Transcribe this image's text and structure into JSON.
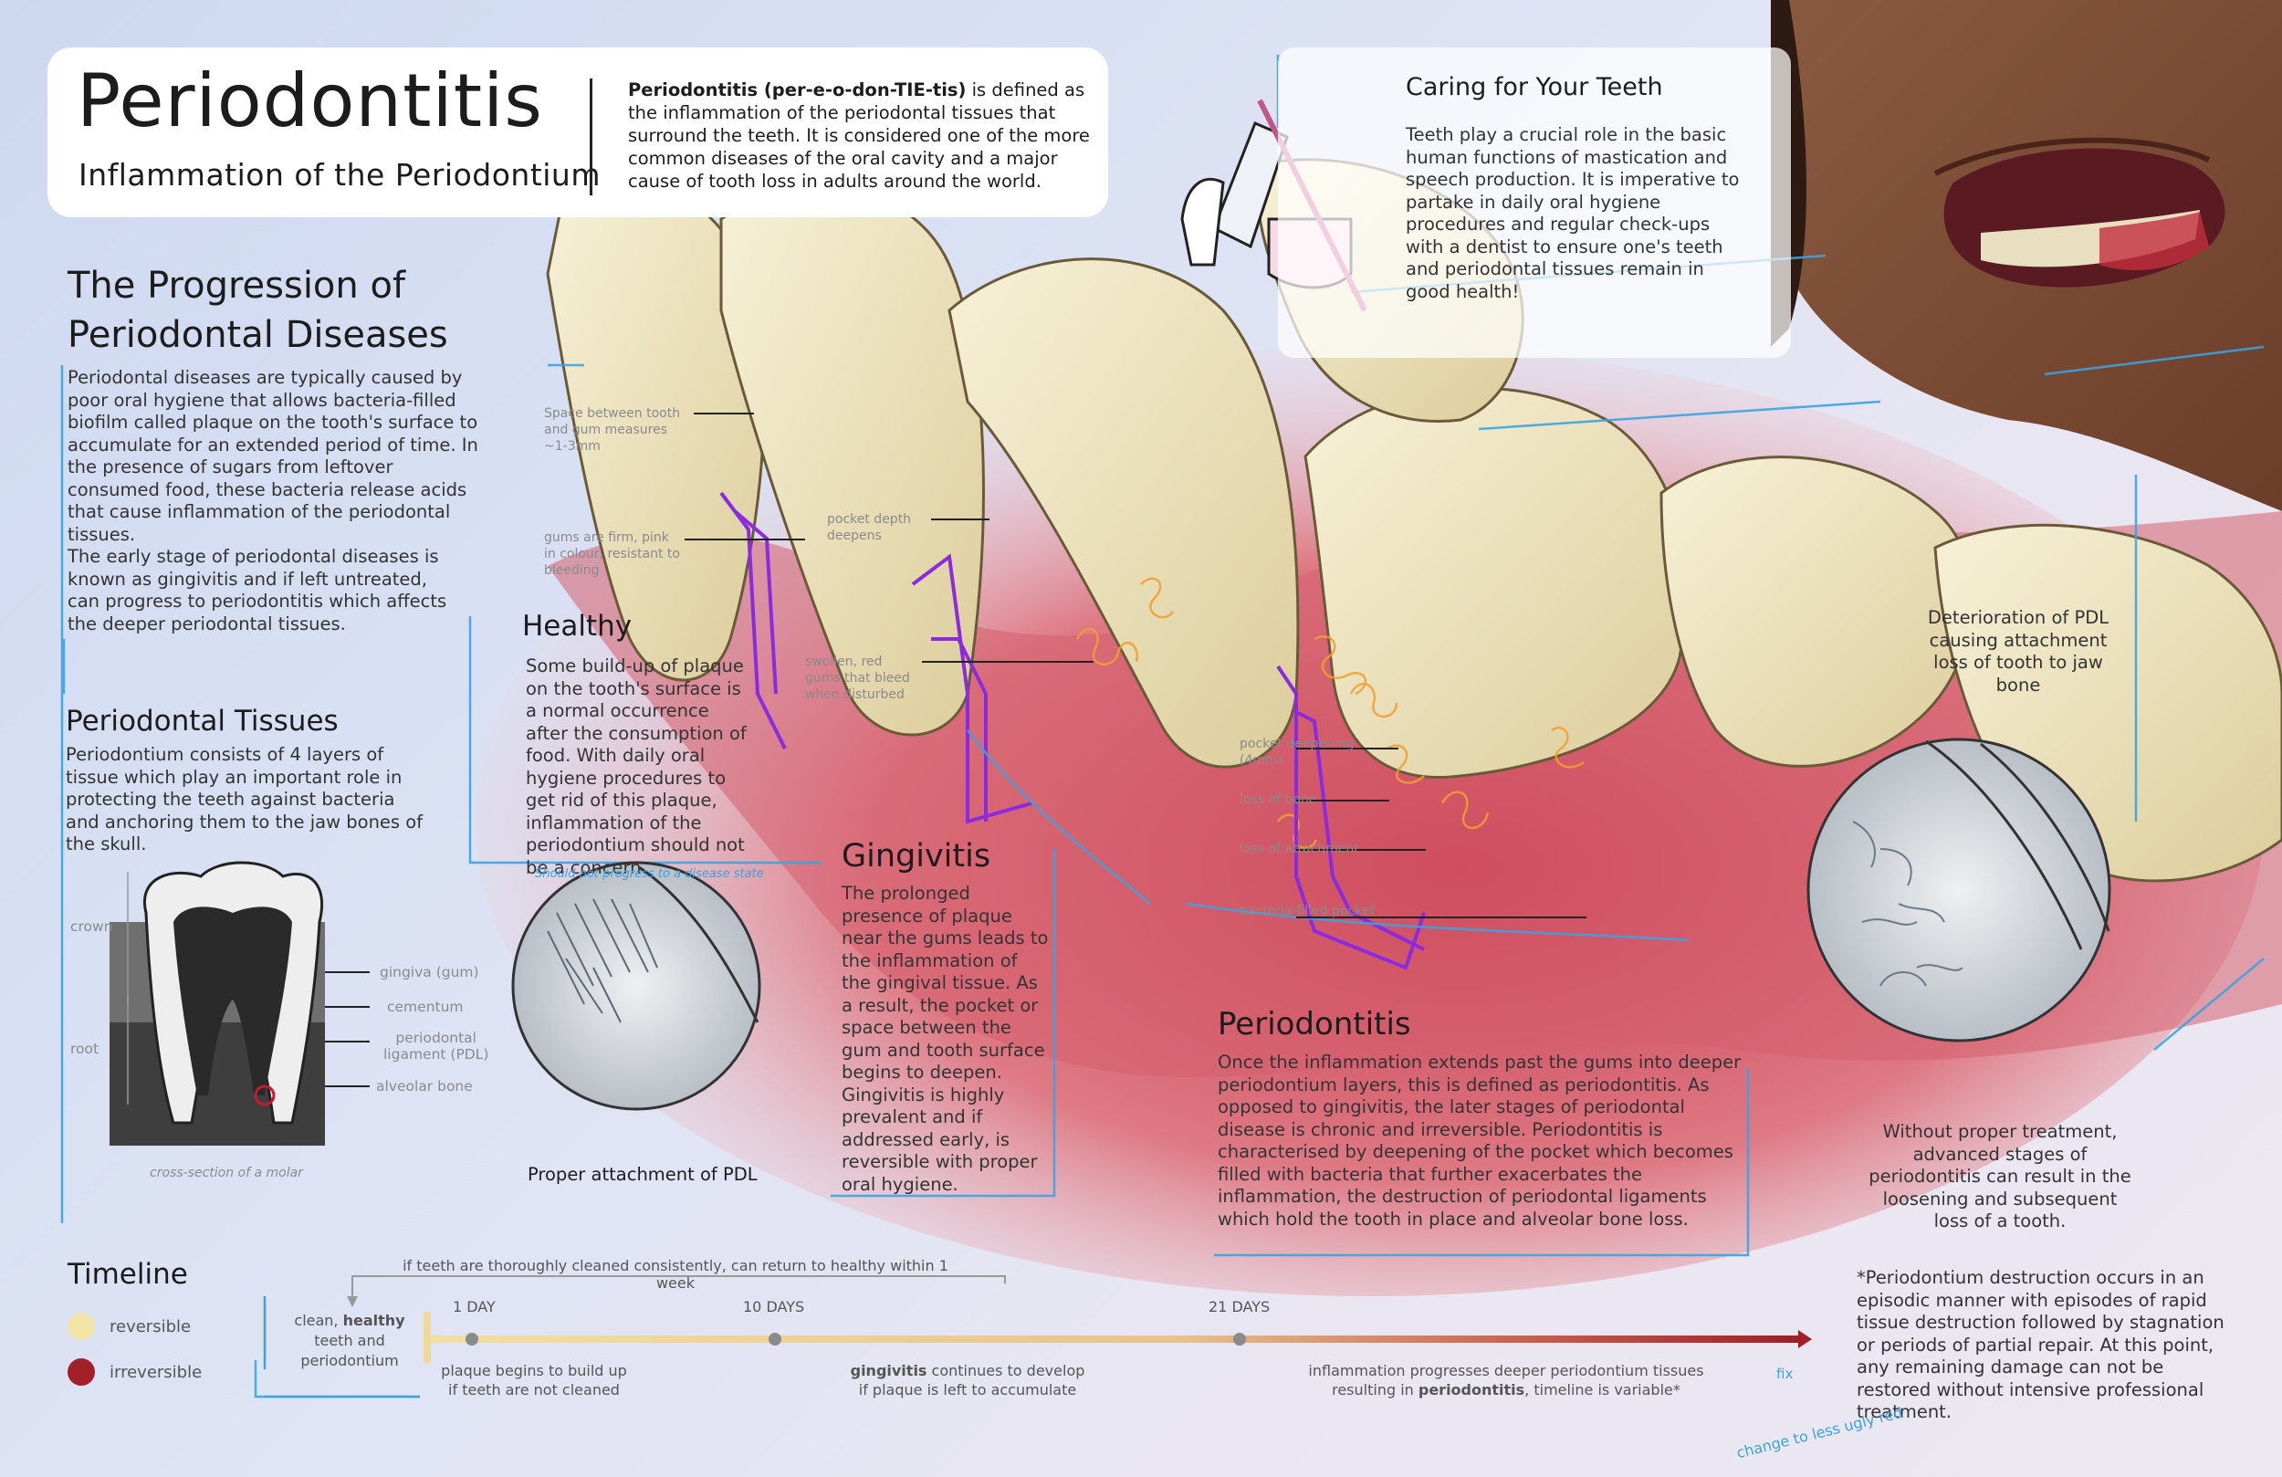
{
  "colors": {
    "accent_blue": "#3aa3e0",
    "purple_outline": "#8a2be0",
    "tooth": "#efe6c6",
    "gum": "#d9606c",
    "reversible": "#f2e3a7",
    "irreversible": "#a3202b",
    "timeline_start": "#f1e0a1",
    "timeline_end": "#a01e28"
  },
  "header": {
    "title": "Periodontitis",
    "subtitle": "Inflammation of the Periodontium",
    "def_bold": "Periodontitis (per-e-o-don-TIE-tis)",
    "def_rest": " is defined as the inflammation of the periodontal tissues that surround the teeth. It is considered one of the more common diseases of the oral cavity and a major cause of tooth loss in adults around the world."
  },
  "caring": {
    "title": "Caring for Your Teeth",
    "text": "Teeth play a crucial role in the basic human functions of mastication and speech production. It is imperative to partake in daily oral hygiene procedures and regular check-ups with a dentist to ensure one's teeth and periodontal tissues remain in good health!",
    "icon": "toothbrush-toothpaste-floss-icon"
  },
  "progression": {
    "title_line1": "The Progression of",
    "title_line2": "Periodontal Diseases",
    "p1": "Periodontal diseases are typically caused by poor oral hygiene that allows bacteria-filled biofilm called plaque on the tooth's surface to accumulate for an extended period of time. In the presence of sugars from leftover consumed food, these bacteria release acids that cause inflammation of the periodontal tissues.",
    "p2": "The early stage of periodontal diseases is known as gingivitis and if left untreated, can progress to periodontitis which affects the deeper periodontal tissues."
  },
  "tissues": {
    "title": "Periodontal Tissues",
    "text": "Periodontium consists of 4 layers of tissue which play an important role in protecting the teeth against bacteria and anchoring them to the jaw bones of the skull.",
    "labels": {
      "crown": "crown",
      "root": "root",
      "gingiva": "gingiva (gum)",
      "cementum": "cementum",
      "pdl_1": "periodontal",
      "pdl_2": "ligament (PDL)",
      "bone": "alveolar bone"
    },
    "caption": "cross-section of a molar"
  },
  "healthy": {
    "title": "Healthy",
    "text": "Some build-up of plaque on the tooth's surface is a normal occurrence after the consumption of food. With daily oral hygiene procedures to get rid of this plaque, inflammation of the periodontium should not be a concern.",
    "handnote": "Should not progress to a disease state",
    "circle_caption": "Proper attachment of PDL",
    "callouts": {
      "c1": "Space between tooth and gum measures ~1-3mm",
      "c2": "gums are firm, pink in colour, resistant to bleeding"
    }
  },
  "gingivitis": {
    "title": "Gingivitis",
    "text": "The prolonged presence of plaque near the gums leads to the inflammation of the gingival tissue. As a result, the pocket or space between the gum and tooth surface begins to deepen. Gingivitis is highly prevalent and if addressed early, is reversible with proper oral hygiene.",
    "callouts": {
      "c1": "pocket depth deepens",
      "c2": "swollen, red gums that bleed when disturbed"
    }
  },
  "periodontitis": {
    "title": "Periodontitis",
    "text": "Once the inflammation extends past the gums into deeper periodontium layers, this is defined as periodontitis. As opposed to gingivitis, the later stages of periodontal disease is chronic and irreversible. Periodontitis is characterised by deepening of the pocket which becomes filled with bacteria that further exacerbates the inflammation, the destruction of periodontal ligaments which hold the tooth in place and alveolar bone loss.",
    "callouts": {
      "c1": "pocket deepening (4mm)",
      "c2": "loss of bone",
      "c3": "loss of attachment",
      "c4": "bacteria-filled pocket"
    }
  },
  "deterioration": {
    "caption": "Deterioration of PDL causing attachment loss of tooth to jaw bone",
    "text": "Without proper treatment, advanced stages of periodontitis can result in the loosening and subsequent loss of a tooth."
  },
  "footnote": "*Periodontium destruction occurs in an episodic manner with episodes of rapid tissue destruction followed by stagnation or periods of partial repair. At this point, any remaining damage can not be restored without intensive professional treatment.",
  "timeline": {
    "title": "Timeline",
    "legend": [
      {
        "label": "reversible",
        "color": "#f2e3a7"
      },
      {
        "label": "irreversible",
        "color": "#a3202b"
      }
    ],
    "start_pre": "clean, ",
    "start_bold": "healthy",
    "start_post": " teeth and periodontium",
    "return_note": "if teeth are thoroughly cleaned consistently, can return to healthy within 1 week",
    "ticks": [
      {
        "label": "1 DAY",
        "cap_line1": "plaque begins to build up",
        "cap_line2": "if teeth are not cleaned"
      },
      {
        "label": "10 DAYS",
        "cap_bold": "gingivitis",
        "cap_line1_rest": " continues to develop",
        "cap_line2": "if plaque is left to accumulate"
      },
      {
        "label": "21 DAYS",
        "cap_line1": "inflammation progresses deeper periodontium tissues",
        "cap_pre": "resulting in ",
        "cap_bold": "periodontitis",
        "cap_post": ", timeline is variable*"
      }
    ],
    "handnote_1": "change to less ugly red",
    "handnote_2": "fix"
  }
}
